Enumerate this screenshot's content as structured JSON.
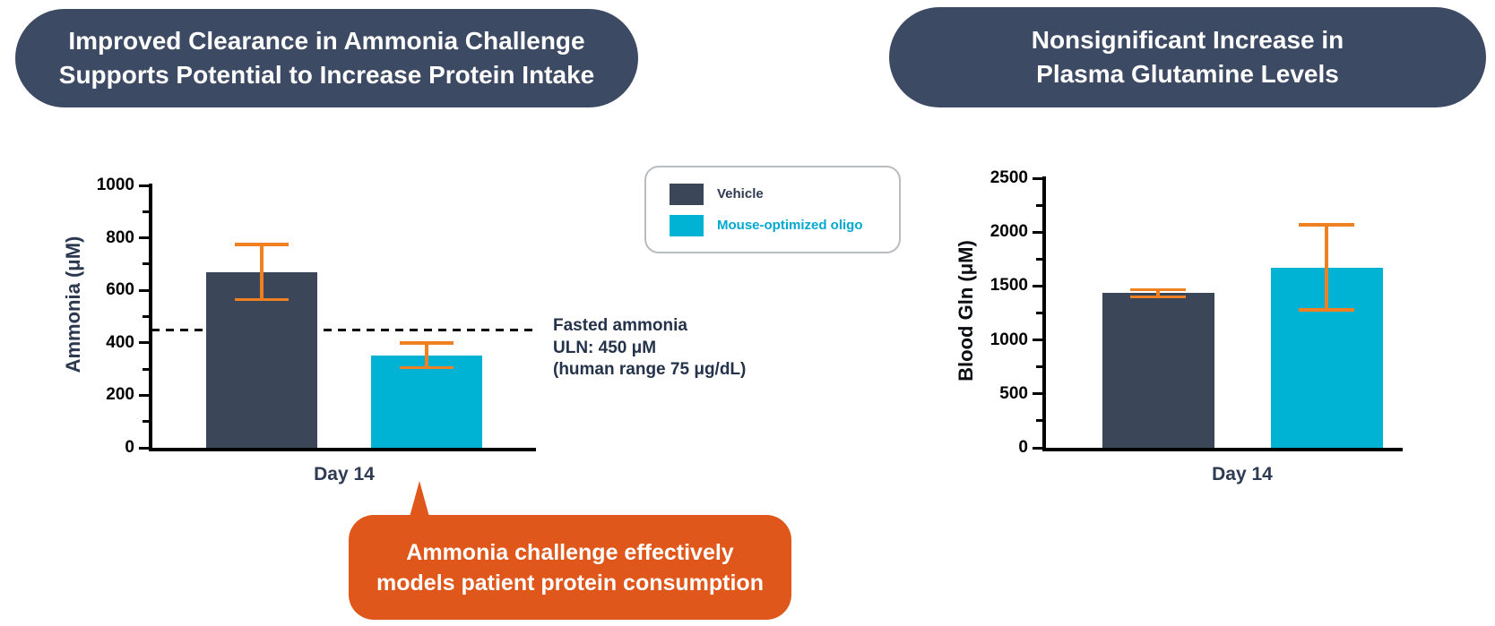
{
  "colors": {
    "navy_pill": "#3d4a63",
    "navy_bar": "#3c4659",
    "navy_text": "#2e3b52",
    "cyan": "#00b2d3",
    "cyan_text": "#00a9cf",
    "orange_error": "#ef8123",
    "orange_callout": "#e0571b",
    "axis_black": "#000000",
    "legend_border": "#b9bcc2"
  },
  "legend": {
    "items": [
      {
        "label": "Vehicle",
        "color": "#3c4659"
      },
      {
        "label": "Mouse-optimized oligo",
        "color": "#00b2d3"
      }
    ]
  },
  "callout": {
    "lines": [
      "Ammonia challenge effectively",
      "models patient protein consumption"
    ]
  },
  "chart_data": [
    {
      "type": "bar",
      "title": "Improved Clearance in Ammonia Challenge Supports Potential to Increase Protein Intake",
      "title_lines": [
        "Improved Clearance in Ammonia Challenge",
        "Supports Potential to Increase Protein Intake"
      ],
      "ylabel": "Ammonia (μM)",
      "xlabel": "",
      "categories": [
        "Day 14"
      ],
      "ylim": [
        0,
        1000
      ],
      "yticks": [
        0,
        200,
        400,
        600,
        800,
        1000
      ],
      "minor_tick_step": 100,
      "grid": false,
      "legend_position": "upper right outside",
      "series": [
        {
          "name": "Vehicle",
          "color": "#3c4659",
          "values": [
            670
          ],
          "error_low": [
            565
          ],
          "error_high": [
            775
          ]
        },
        {
          "name": "Mouse-optimized oligo",
          "color": "#00b2d3",
          "values": [
            350
          ],
          "error_low": [
            305
          ],
          "error_high": [
            400
          ]
        }
      ],
      "reference_line": {
        "value": 450,
        "style": "dashed",
        "label": "Fasted ammonia ULN: 450 μM (human range 75 μg/dL)",
        "label_lines": [
          "Fasted ammonia",
          "ULN: 450 μM",
          "(human range 75 μg/dL)"
        ]
      }
    },
    {
      "type": "bar",
      "title": "Nonsignificant Increase in Plasma Glutamine Levels",
      "title_lines": [
        "Nonsignificant Increase in",
        "Plasma Glutamine Levels"
      ],
      "ylabel": "Blood Gln (μM)",
      "xlabel": "",
      "categories": [
        "Day 14"
      ],
      "ylim": [
        0,
        2500
      ],
      "yticks": [
        0,
        500,
        1000,
        1500,
        2000,
        2500
      ],
      "minor_tick_step": 250,
      "grid": false,
      "series": [
        {
          "name": "Vehicle",
          "color": "#3c4659",
          "values": [
            1440
          ],
          "error_low": [
            1400
          ],
          "error_high": [
            1465
          ]
        },
        {
          "name": "Mouse-optimized oligo",
          "color": "#00b2d3",
          "values": [
            1670
          ],
          "error_low": [
            1280
          ],
          "error_high": [
            2070
          ]
        }
      ]
    }
  ]
}
